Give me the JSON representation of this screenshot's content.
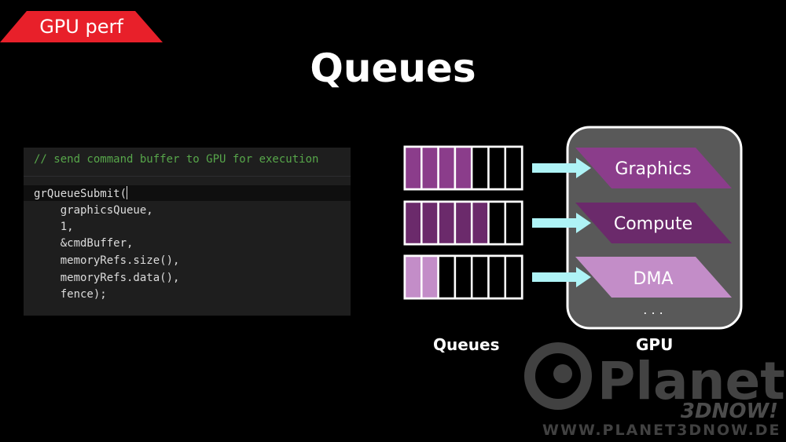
{
  "tag": "GPU perf",
  "title": "Queues",
  "code": {
    "lines": [
      "// send command buffer to GPU for execution",
      "",
      "grQueueSubmit(",
      "    graphicsQueue,",
      "    1,",
      "    &cmdBuffer,",
      "    memoryRefs.size(),",
      "    memoryRefs.data(),",
      "    fence);"
    ]
  },
  "diagram": {
    "queues_label": "Queues",
    "gpu_label": "GPU",
    "engines": [
      {
        "name": "Graphics",
        "color": "#8b3d8b"
      },
      {
        "name": "Compute",
        "color": "#6b2a6b"
      },
      {
        "name": "DMA",
        "color": "#c38dc8"
      }
    ],
    "ellipsis": ". . .",
    "queues": [
      {
        "filled": 4,
        "total": 7,
        "color": "#8b3d8b"
      },
      {
        "filled": 5,
        "total": 7,
        "color": "#6b2a6b"
      },
      {
        "filled": 2,
        "total": 7,
        "color": "#c38dc8"
      }
    ],
    "arrow_color": "#aef3f6"
  },
  "watermark": {
    "brand": "Planet",
    "sub": "3DNOW!",
    "url": "WWW.PLANET3DNOW.DE"
  }
}
